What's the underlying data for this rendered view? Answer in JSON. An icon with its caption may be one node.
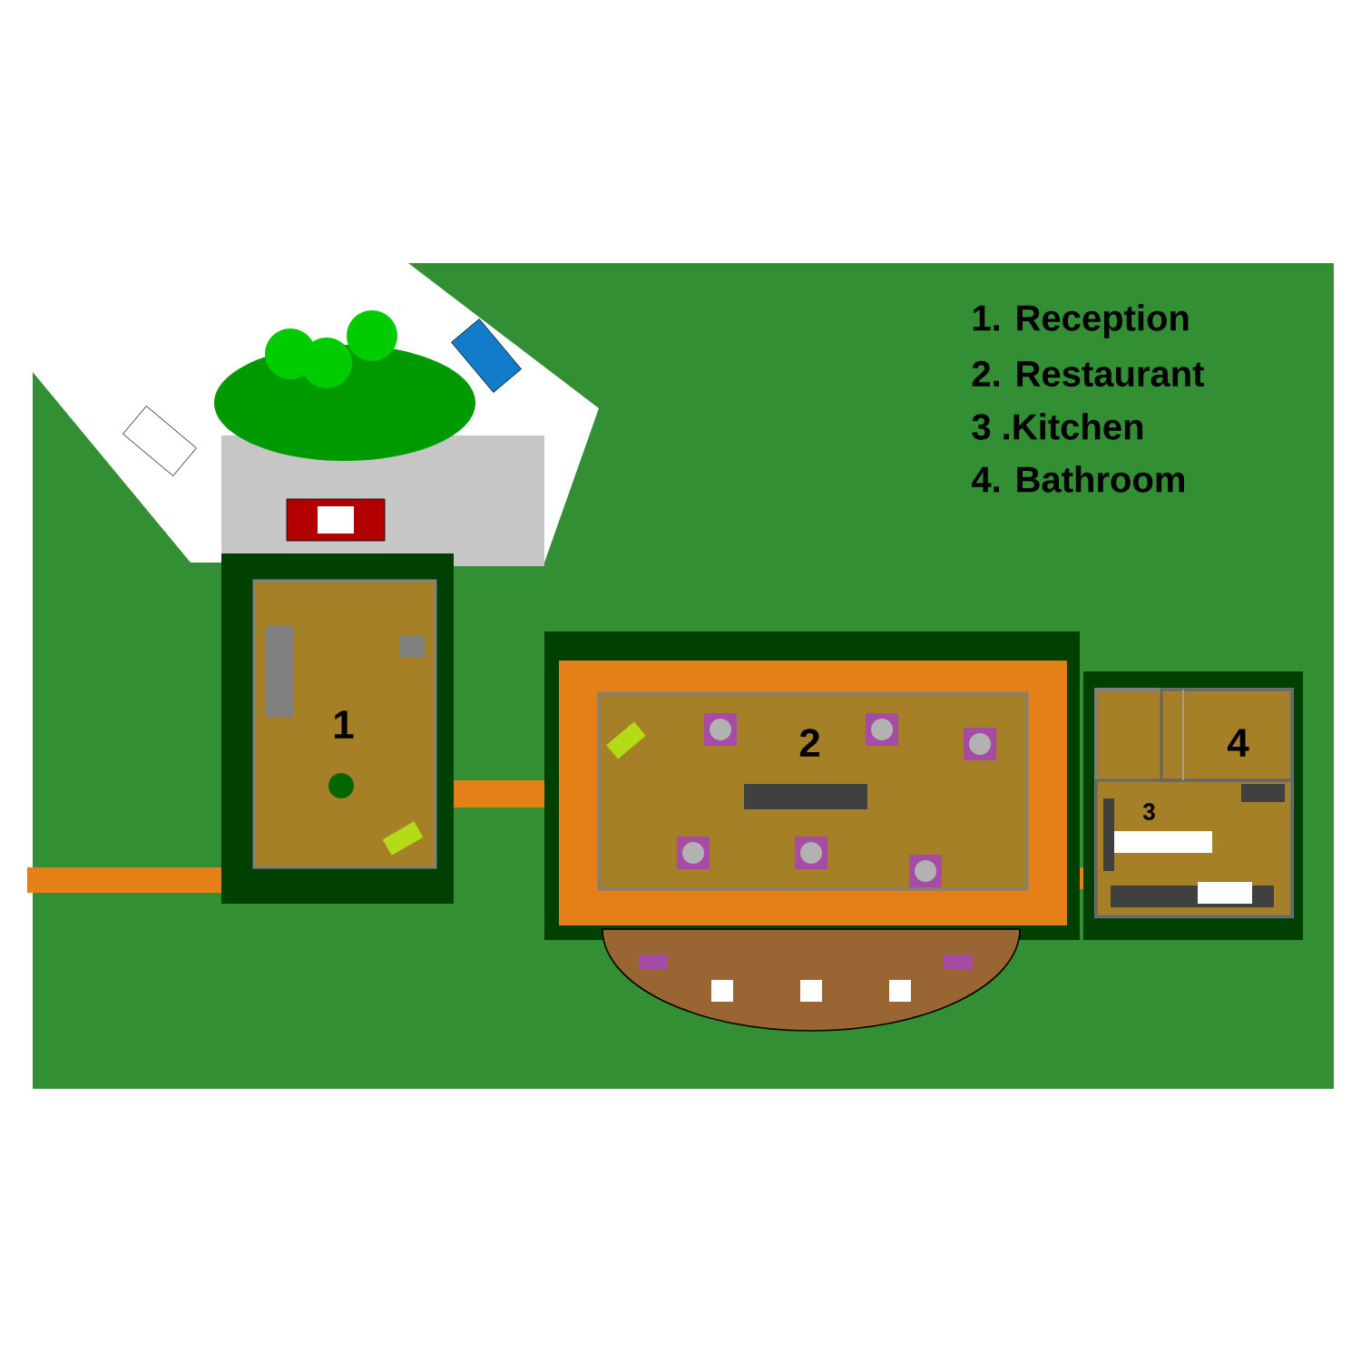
{
  "diagram": {
    "nodes": [
      {
        "text": [
          "1"
        ]
      },
      {
        "text": [
          "2"
        ]
      },
      {
        "text": [],
        "shape": "box"
      },
      {
        "text": [
          "4"
        ],
        "in": 2
      },
      {
        "text": [
          "3"
        ],
        "in": 2
      }
    ],
    "labels": [
      "1. Reception",
      "2. Restaurant",
      "3 .Kitchen",
      "4. Bathroom"
    ]
  }
}
